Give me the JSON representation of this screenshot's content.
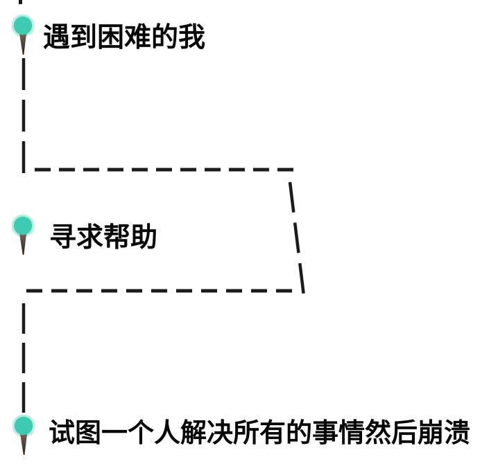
{
  "diagram": {
    "steps": [
      {
        "id": "step-1",
        "label": "遇到困难的我",
        "marker": "map-pin"
      },
      {
        "id": "step-2",
        "label": "寻求帮助",
        "marker": "map-pin"
      },
      {
        "id": "step-3",
        "label": "试图一个人解决所有的事情然后崩溃",
        "marker": "map-pin"
      }
    ],
    "connectors": [
      {
        "from": "step-1",
        "to": "step-2",
        "style": "dashed",
        "shape": "down-right-down"
      },
      {
        "from": "step-2",
        "to": "step-3",
        "style": "dashed",
        "shape": "left-down"
      }
    ]
  },
  "palette": {
    "background": "#ffffff",
    "pin_head": "#3ecbb2",
    "pin_halo": "#abe9da",
    "pin_needle_light": "#7d6c5e",
    "pin_needle_dark": "#26201c",
    "connector_line": "#1c1b19",
    "text": "#070707"
  }
}
